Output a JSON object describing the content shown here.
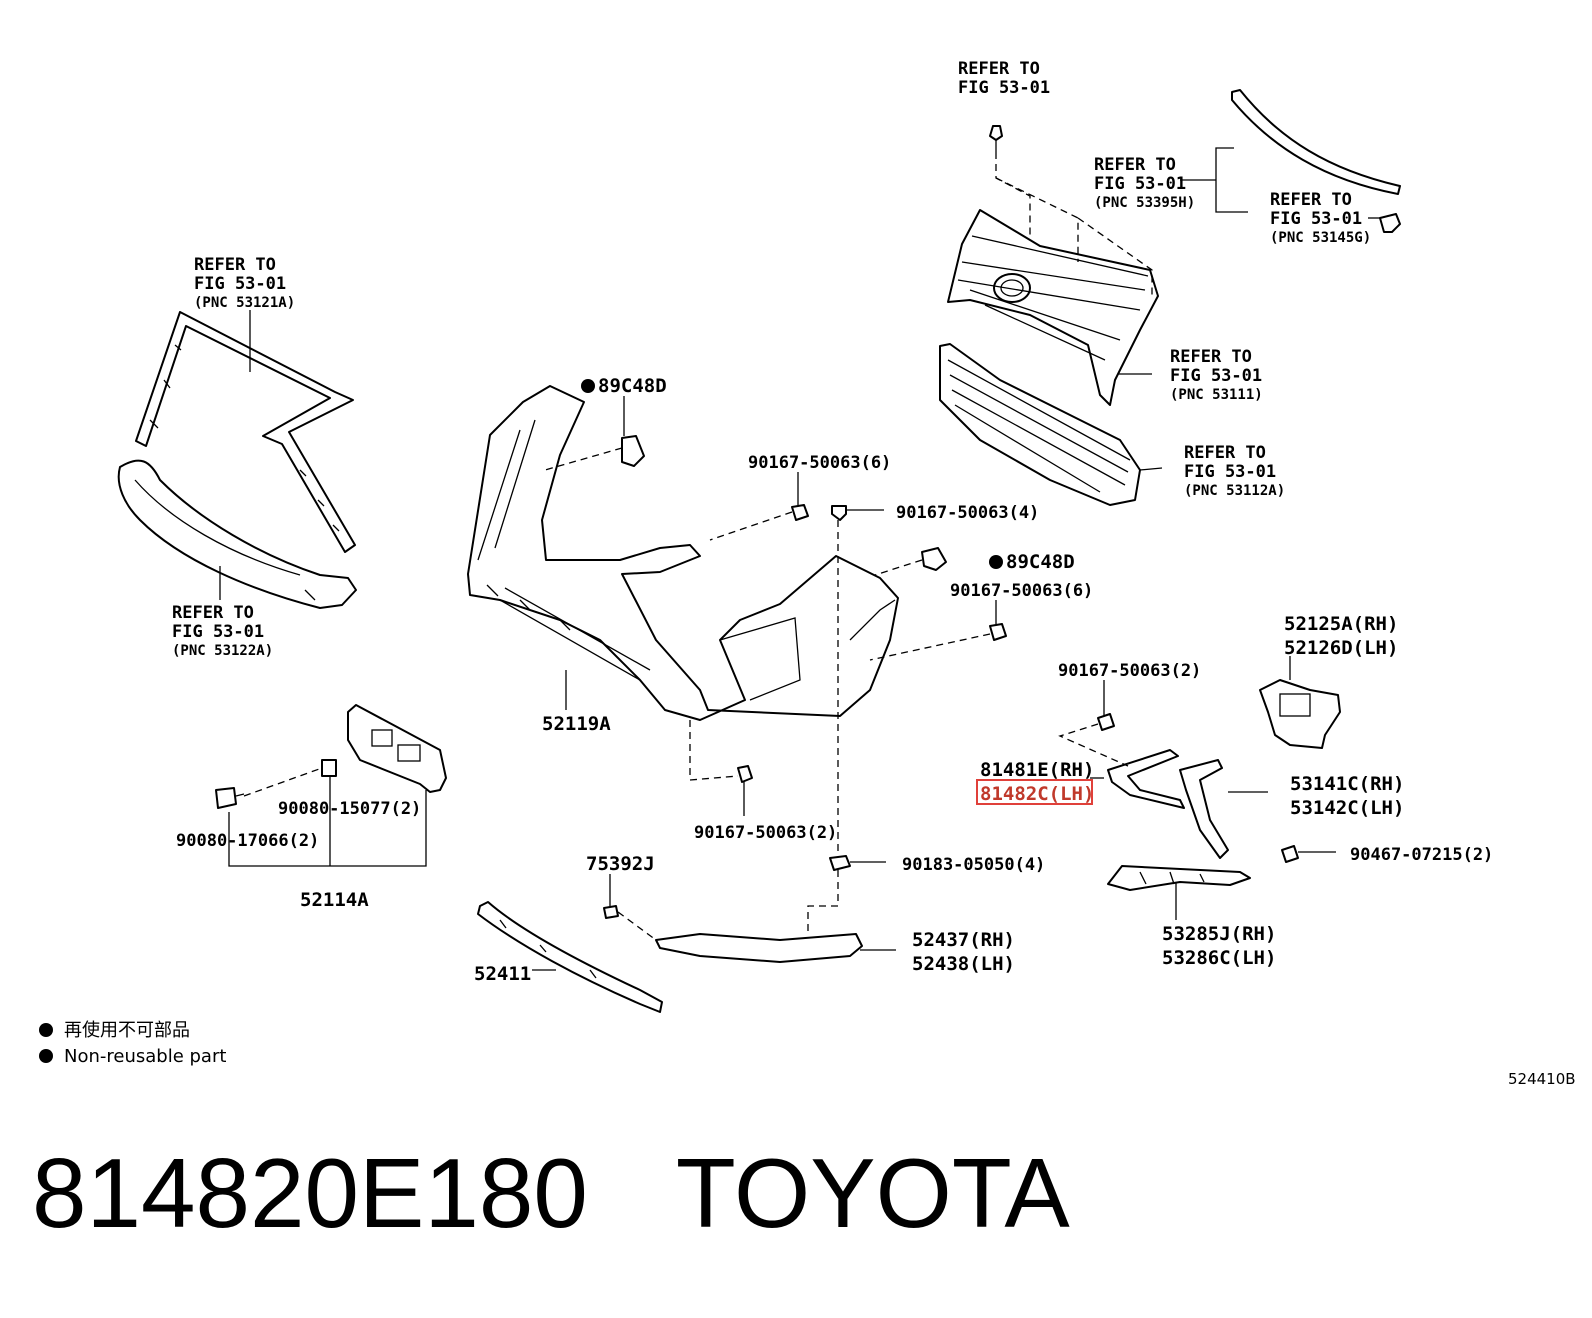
{
  "callouts": {
    "ref_grille_top": [
      "REFER TO",
      "FIG 53-01"
    ],
    "ref_53395h": [
      "REFER TO",
      "FIG 53-01",
      "(PNC 53395H)"
    ],
    "ref_53145g": [
      "REFER TO",
      "FIG 53-01",
      "(PNC 53145G)"
    ],
    "ref_53121a": [
      "REFER TO",
      "FIG 53-01",
      "(PNC 53121A)"
    ],
    "ref_53122a": [
      "REFER TO",
      "FIG 53-01",
      "(PNC 53122A)"
    ],
    "ref_53111": [
      "REFER TO",
      "FIG 53-01",
      "(PNC 53111)"
    ],
    "ref_53112a": [
      "REFER TO",
      "FIG 53-01",
      "(PNC 53112A)"
    ],
    "clip_89c48d_left": "89C48D",
    "clip_89c48d_right": "89C48D",
    "bolt_6_top": "90167-50063(6)",
    "bolt_4": "90167-50063(4)",
    "bolt_6_right": "90167-50063(6)",
    "bolt_2_right": "90167-50063(2)",
    "bolt_2_bottom": "90167-50063(2)",
    "bumper_reinforcement": "52119A",
    "bracket_part": "52114A",
    "screw_90080_17066": "90080-17066(2)",
    "nut_90080_15077": "90080-15077(2)",
    "part_52125a_rh": "52125A(RH)",
    "part_52126d_lh": "52126D(LH)",
    "part_81481e_rh": "81481E(RH)",
    "part_81482c_lh": "81482C(LH)",
    "part_53141c_rh": "53141C(RH)",
    "part_53142c_lh": "53142C(LH)",
    "clip_90467": "90467-07215(2)",
    "nut_90183": "90183-05050(4)",
    "clip_75392j": "75392J",
    "part_52437_rh": "52437(RH)",
    "part_52438_lh": "52438(LH)",
    "part_52411": "52411",
    "part_53285j_rh": "53285J(RH)",
    "part_53286c_lh": "53286C(LH)"
  },
  "legend": {
    "jp": "再使用不可部品",
    "en": "Non-reusable part"
  },
  "figure_code": "524410B",
  "caption": {
    "part_number": "814820E180",
    "brand": "TOYOTA"
  },
  "colors": {
    "highlight": "#e0403a",
    "ink": "#000000"
  }
}
